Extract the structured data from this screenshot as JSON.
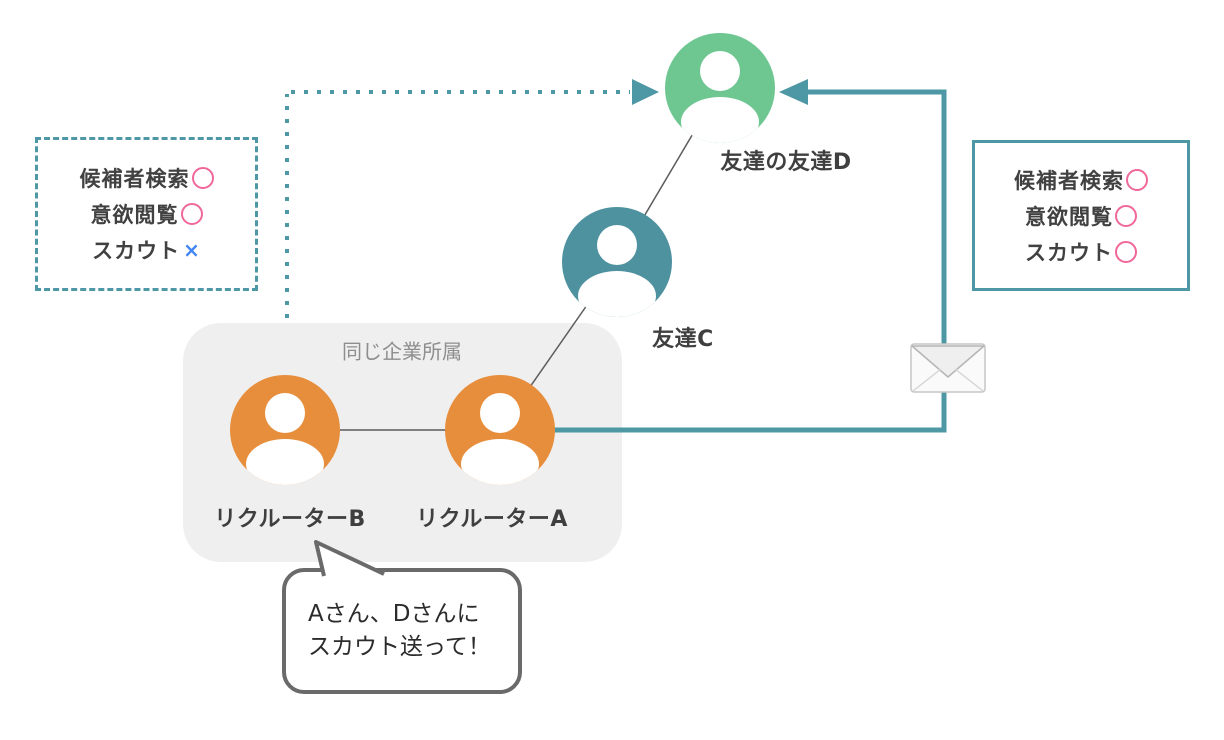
{
  "palette": {
    "green": "#6ec691",
    "teal": "#4e929f",
    "orange": "#e78e3c",
    "line_teal": "#4e97a4",
    "pink": "#f0679a",
    "blue": "#4285f4",
    "text_dark": "#3f3f3f",
    "group_bg": "#efefef"
  },
  "nodes": {
    "friend_of_friend_d": {
      "label": "友達の友達D",
      "color": "#6ec691"
    },
    "friend_c": {
      "label": "友達C",
      "color": "#4e929f"
    },
    "recruiter_b": {
      "label": "リクルーターB",
      "color": "#e78e3c"
    },
    "recruiter_a": {
      "label": "リクルーターA",
      "color": "#e78e3c"
    }
  },
  "group_box": {
    "label": "同じ企業所属"
  },
  "left_panel": {
    "rows": [
      {
        "text": "候補者検索",
        "mark": "circle"
      },
      {
        "text": "意欲閲覧",
        "mark": "circle"
      },
      {
        "text": "スカウト",
        "mark": "x",
        "mark_char": "×"
      }
    ]
  },
  "right_panel": {
    "rows": [
      {
        "text": "候補者検索",
        "mark": "circle"
      },
      {
        "text": "意欲閲覧",
        "mark": "circle"
      },
      {
        "text": "スカウト",
        "mark": "circle"
      }
    ]
  },
  "speech_bubble": {
    "line1": "Aさん、Dさんに",
    "line2": "スカウト送って！"
  },
  "icons": {
    "envelope": "envelope-icon",
    "dotted_arrow": "scout-blocked-path",
    "solid_arrow": "scout-sent-path"
  }
}
